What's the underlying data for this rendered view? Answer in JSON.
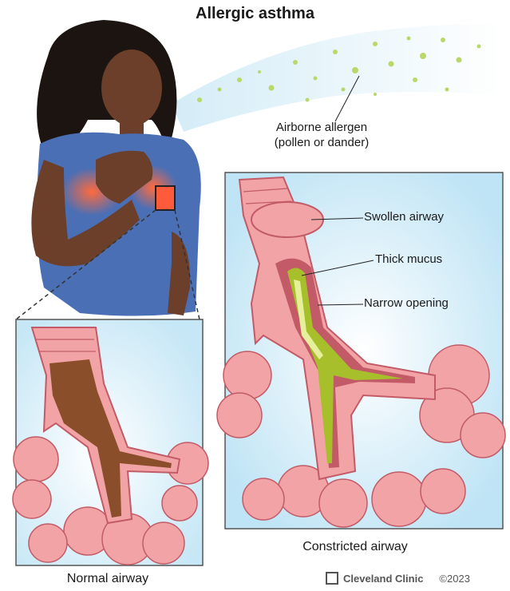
{
  "title": "Allergic asthma",
  "labels": {
    "allergen_line1": "Airborne allergen",
    "allergen_line2": "(pollen or dander)",
    "swollen_airway": "Swollen airway",
    "thick_mucus": "Thick mucus",
    "narrow_opening": "Narrow opening"
  },
  "captions": {
    "constricted": "Constricted airway",
    "normal": "Normal airway"
  },
  "branding": {
    "name": "Cleveland Clinic",
    "copyright": "©2023"
  },
  "colors": {
    "shirt": "#4b6fb5",
    "skin": "#6b3f2a",
    "hair": "#1b1411",
    "airway_pink": "#f2a3a6",
    "airway_dark": "#c25b67",
    "lumen_brown": "#8a4e2a",
    "mucus_green": "#a7bf2a",
    "bg_blue": "#cfeaf6"
  }
}
